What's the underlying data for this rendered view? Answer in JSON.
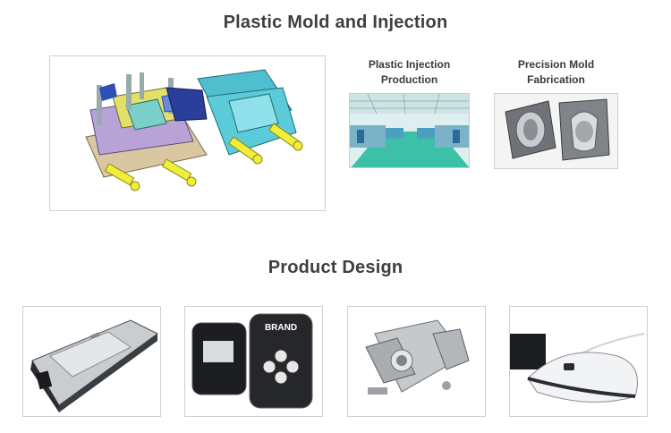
{
  "mold_section": {
    "title": "Plastic Mold and Injection",
    "cards": [
      {
        "label_line1": "Plastic Injection",
        "label_line2": "Production"
      },
      {
        "label_line1": "Precision Mold",
        "label_line2": "Fabrication"
      }
    ]
  },
  "design_section": {
    "title": "Product Design"
  },
  "icons": {
    "card1_label": "BRAND"
  }
}
